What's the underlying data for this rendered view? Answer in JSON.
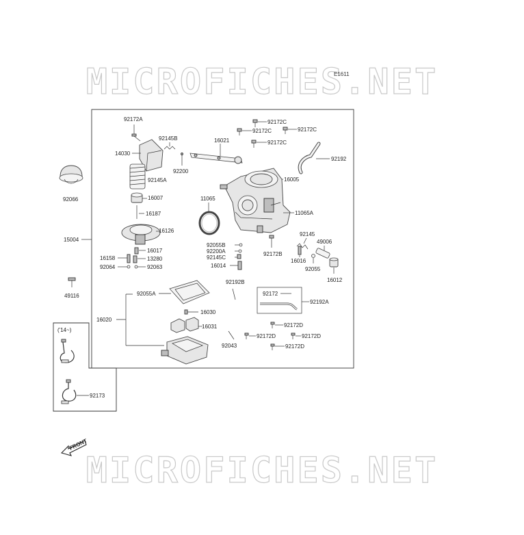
{
  "watermark": {
    "top_text": "MICROFICHES.NET",
    "bottom_text": "MICROFICHES.NET"
  },
  "diagram_code": "E1611",
  "front_label": "FRONT",
  "inset_label": "('14~)",
  "parts": {
    "p92172A": "92172A",
    "p92145B": "92145B",
    "p14030": "14030",
    "p92200": "92200",
    "p92145A": "92145A",
    "p16007": "16007",
    "p16187": "16187",
    "p16126": "16126",
    "p16017": "16017",
    "p13280": "13280",
    "p16158": "16158",
    "p92064": "92064",
    "p92063": "92063",
    "p92055A": "92055A",
    "p16020": "16020",
    "p16030": "16030",
    "p16031": "16031",
    "p92043": "92043",
    "p92172C_1": "92172C",
    "p92172C_2": "92172C",
    "p92172C_3": "92172C",
    "p92172C_4": "92172C",
    "p16021": "16021",
    "p92192": "92192",
    "p16005": "16005",
    "p11065": "11065",
    "p11065A": "11065A",
    "p92055B": "92055B",
    "p92200A": "92200A",
    "p92145C": "92145C",
    "p16014": "16014",
    "p92172B": "92172B",
    "p92145": "92145",
    "p49006": "49006",
    "p16016": "16016",
    "p92055": "92055",
    "p16012": "16012",
    "p92192B": "92192B",
    "p92172": "92172",
    "p92192A": "92192A",
    "p92172D_1": "92172D",
    "p92172D_2": "92172D",
    "p92172D_3": "92172D",
    "p92172D_4": "92172D",
    "p92066": "92066",
    "p15004": "15004",
    "p49116": "49116",
    "p92173": "92173"
  }
}
